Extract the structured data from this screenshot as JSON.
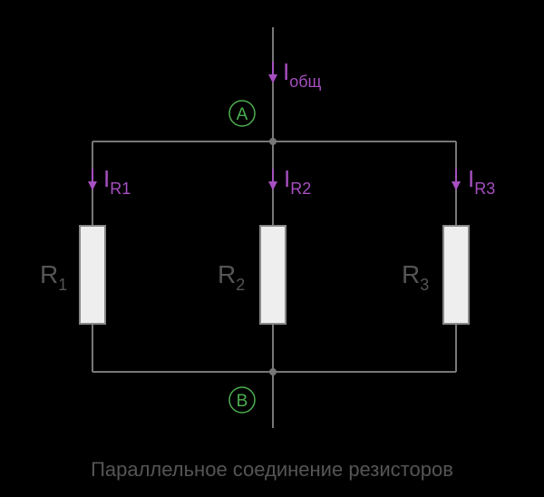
{
  "colors": {
    "background": "#000000",
    "wire": "#777777",
    "current": "#a64fc0",
    "node": "#4caf50",
    "resistor_fill": "#eeeeee",
    "label": "#555555"
  },
  "currents": {
    "total": {
      "main": "I",
      "sub": "общ"
    },
    "r1": {
      "main": "I",
      "sub": "R1"
    },
    "r2": {
      "main": "I",
      "sub": "R2"
    },
    "r3": {
      "main": "I",
      "sub": "R3"
    }
  },
  "nodes": {
    "a": "A",
    "b": "B"
  },
  "resistors": {
    "r1": {
      "main": "R",
      "sub": "1"
    },
    "r2": {
      "main": "R",
      "sub": "2"
    },
    "r3": {
      "main": "R",
      "sub": "3"
    }
  },
  "caption": "Параллельное соединение резисторов"
}
